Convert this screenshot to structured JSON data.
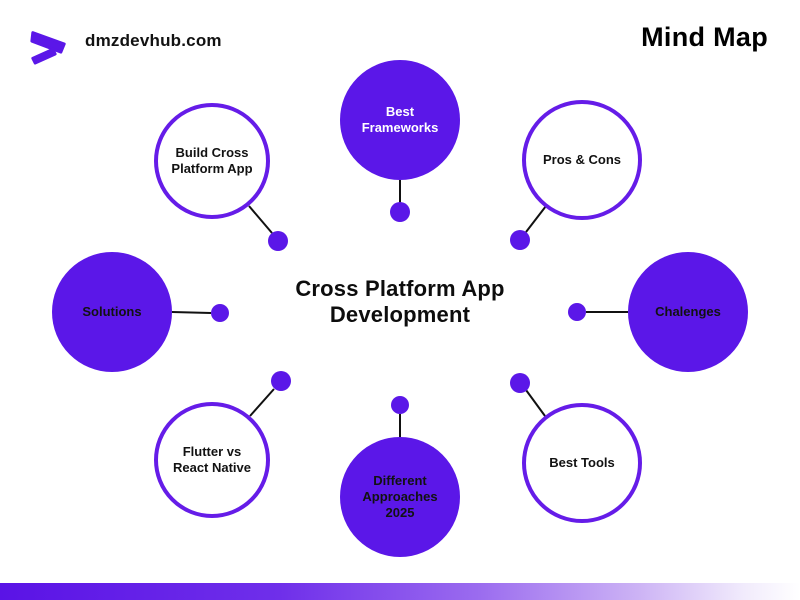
{
  "header": {
    "brand": "dmzdevhub.com",
    "title": "Mind Map"
  },
  "center": {
    "title": "Cross Platform App Development"
  },
  "nodes": [
    {
      "label": "Best Frameworks",
      "style": "solid",
      "text_color": "#FFFFFF"
    },
    {
      "label": "Pros & Cons",
      "style": "outline",
      "text_color": "#121212"
    },
    {
      "label": "Chalenges",
      "style": "solid",
      "text_color": "#121212"
    },
    {
      "label": "Best Tools",
      "style": "outline",
      "text_color": "#121212"
    },
    {
      "label": "Different Approaches 2025",
      "style": "solid",
      "text_color": "#121212"
    },
    {
      "label": "Flutter vs React Native",
      "style": "outline",
      "text_color": "#121212"
    },
    {
      "label": "Solutions",
      "style": "solid",
      "text_color": "#121212"
    },
    {
      "label": "Build Cross Platform App",
      "style": "outline",
      "text_color": "#121212"
    }
  ],
  "colors": {
    "accent": "#5B17E8",
    "node_border": "#651CE8",
    "connector_line": "#111111",
    "footer_gradient_start": "#5A13E6",
    "footer_gradient_end": "#FFFFFF"
  }
}
